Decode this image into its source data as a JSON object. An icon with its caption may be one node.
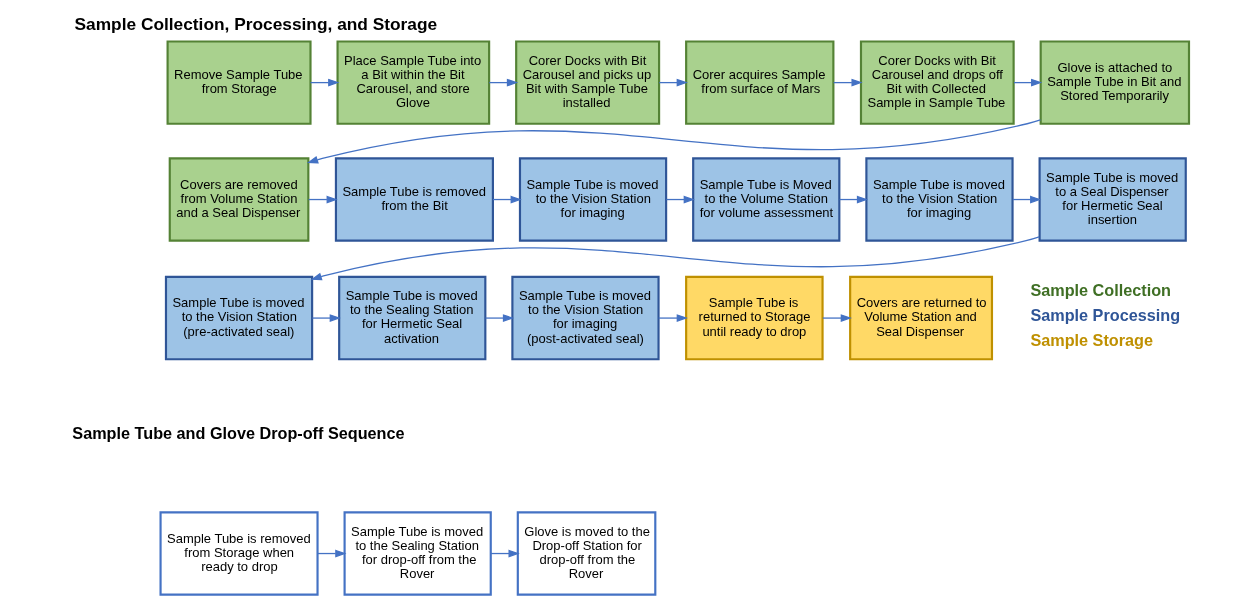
{
  "diagram": {
    "title": "Sample Collection, Processing, and Storage",
    "nodes": [
      {
        "text": [
          "Remove Sample Tube from Storage"
        ]
      },
      {
        "text": [
          "Place Sample Tube into a Bit within the Bit Carousel, and store Glove"
        ]
      },
      {
        "text": [
          "Corer Docks with Bit Carousel and picks up Bit with Sample Tube installed"
        ]
      },
      {
        "text": [
          "Corer acquires Sample from surface of Mars"
        ]
      },
      {
        "text": [
          "Corer Docks with Bit Carousel and drops off Bit with Collected Sample in Sample Tube"
        ]
      },
      {
        "text": [
          "Glove is attached to Sample Tube in Bit and Stored Temporarily"
        ]
      },
      {
        "text": [
          "Covers are removed from Volume Station and a Seal Dispenser"
        ]
      },
      {
        "text": [
          "Sample Tube is removed from the Bit"
        ]
      },
      {
        "text": [
          "Sample Tube is moved to the Vision Station for imaging"
        ]
      },
      {
        "text": [
          "Sample Tube is Moved to the Volume Station for volume assessment"
        ]
      },
      {
        "text": [
          "Sample Tube is moved to the Vision Station for imaging"
        ]
      },
      {
        "text": [
          "Sample Tube is moved to a Seal Dispenser for Hermetic Seal insertion"
        ]
      },
      {
        "text": [
          "Sample Tube is moved to the Vision Station (pre-activated seal)"
        ]
      },
      {
        "text": [
          "Sample Tube is moved to the Sealing Station for Hermetic Seal activation"
        ]
      },
      {
        "text": [
          "Sample Tube is moved to the Vision Station for imaging (post-activated seal)"
        ]
      },
      {
        "text": [
          "Sample Tube is returned to Storage until ready to drop"
        ]
      },
      {
        "text": [
          "Covers are returned to Volume Station and Seal Dispenser"
        ]
      },
      {
        "text": [
          "Sample Tube is removed from Storage when ready to drop"
        ]
      },
      {
        "text": [
          "Sample Tube is moved to the Sealing Station for drop-off from the Rover"
        ]
      },
      {
        "text": [
          "Glove is moved to the Drop-off Station for drop-off from the Rover"
        ]
      }
    ],
    "edges": [
      {
        "from": 0,
        "to": 1,
        "arrow": "to"
      },
      {
        "from": 1,
        "to": 2,
        "arrow": "to"
      },
      {
        "from": 2,
        "to": 3,
        "arrow": "to"
      },
      {
        "from": 3,
        "to": 4,
        "arrow": "to"
      },
      {
        "from": 4,
        "to": 5,
        "arrow": "to"
      },
      {
        "from": 5,
        "to": 6,
        "arrow": "to"
      },
      {
        "from": 6,
        "to": 7,
        "arrow": "to"
      },
      {
        "from": 7,
        "to": 8,
        "arrow": "to"
      },
      {
        "from": 8,
        "to": 9,
        "arrow": "to"
      },
      {
        "from": 9,
        "to": 10,
        "arrow": "to"
      },
      {
        "from": 10,
        "to": 11,
        "arrow": "to"
      },
      {
        "from": 11,
        "to": 12,
        "arrow": "to"
      },
      {
        "from": 12,
        "to": 13,
        "arrow": "to"
      },
      {
        "from": 13,
        "to": 14,
        "arrow": "to"
      },
      {
        "from": 14,
        "to": 15,
        "arrow": "to"
      },
      {
        "from": 15,
        "to": 16,
        "arrow": "to"
      },
      {
        "from": 17,
        "to": 18,
        "arrow": "to"
      },
      {
        "from": 18,
        "to": 19,
        "arrow": "to"
      }
    ],
    "labels": [
      "Sample Tube and Glove Drop-off Sequence"
    ],
    "legend": [
      {
        "text": "Sample Collection",
        "color": "#3f6f24"
      },
      {
        "text": "Sample Processing",
        "color": "#2f5597"
      },
      {
        "text": "Sample Storage",
        "color": "#bf9000"
      }
    ]
  }
}
